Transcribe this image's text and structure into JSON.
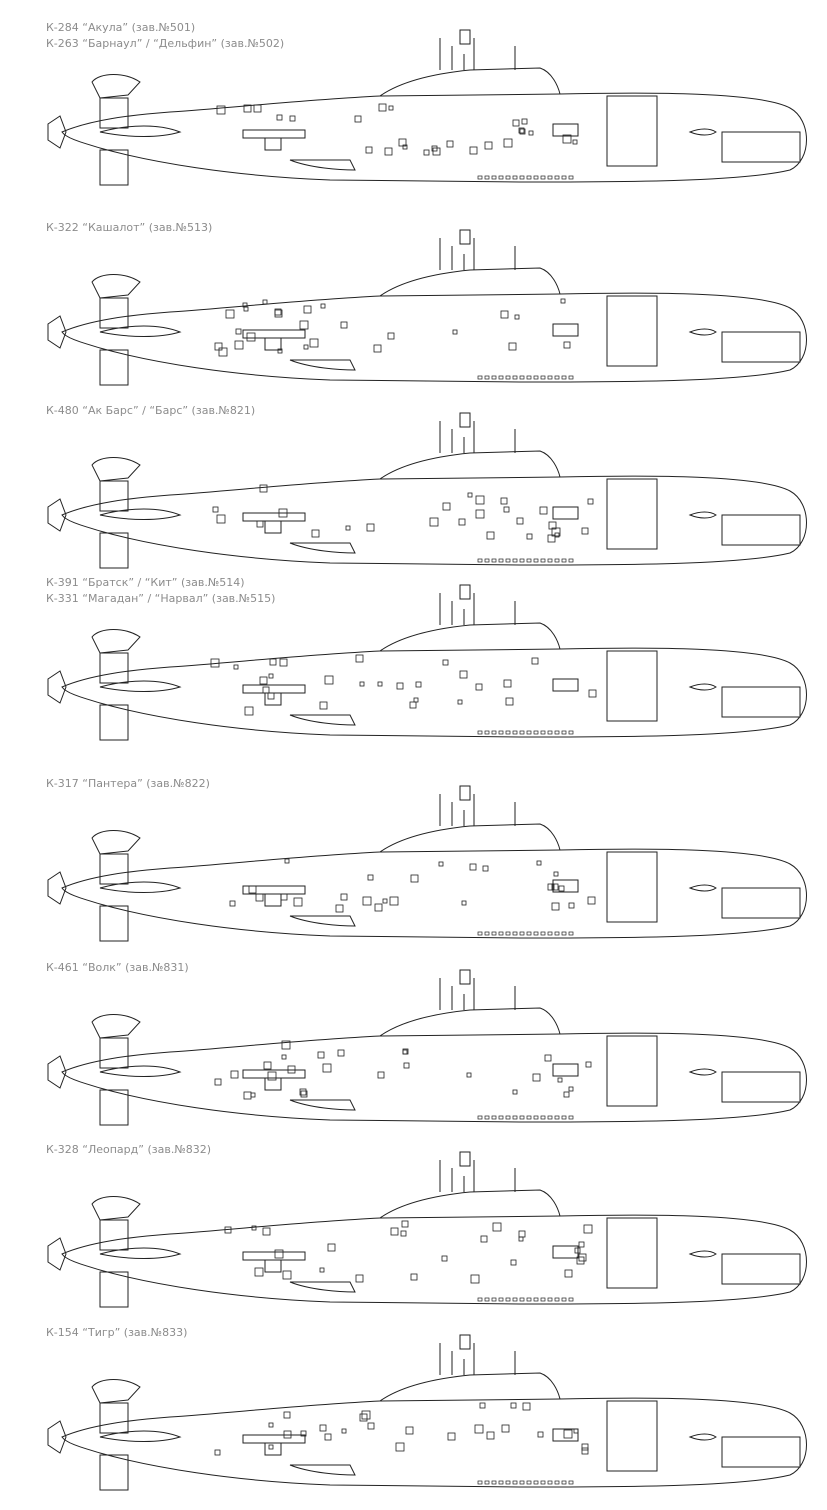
{
  "accent_color": "#8c8c8c",
  "line_color": "#222222",
  "rows": [
    {
      "lines": [
        "К-284 “Акула” (зав.№501)",
        "К-263 “Барнаул” / “Дельфин” (зав.№502)"
      ]
    },
    {
      "lines": [
        "К-322 “Кашалот” (зав.№513)"
      ]
    },
    {
      "lines": [
        "К-480 “Ак Барс” / “Барс” (зав.№821)"
      ]
    },
    {
      "lines": [
        "К-391 “Братск” / “Кит” (зав.№514)",
        "К-331 “Магадан” / “Нарвал” (зав.№515)"
      ]
    },
    {
      "lines": [
        "К-317 “Пантера” (зав.№822)"
      ]
    },
    {
      "lines": [
        "К-461 “Волк” (зав.№831)"
      ]
    },
    {
      "lines": [
        "К-328 “Леопард” (зав.№832)"
      ]
    },
    {
      "lines": [
        "К-154 “Тигр” (зав.№833)"
      ]
    }
  ]
}
